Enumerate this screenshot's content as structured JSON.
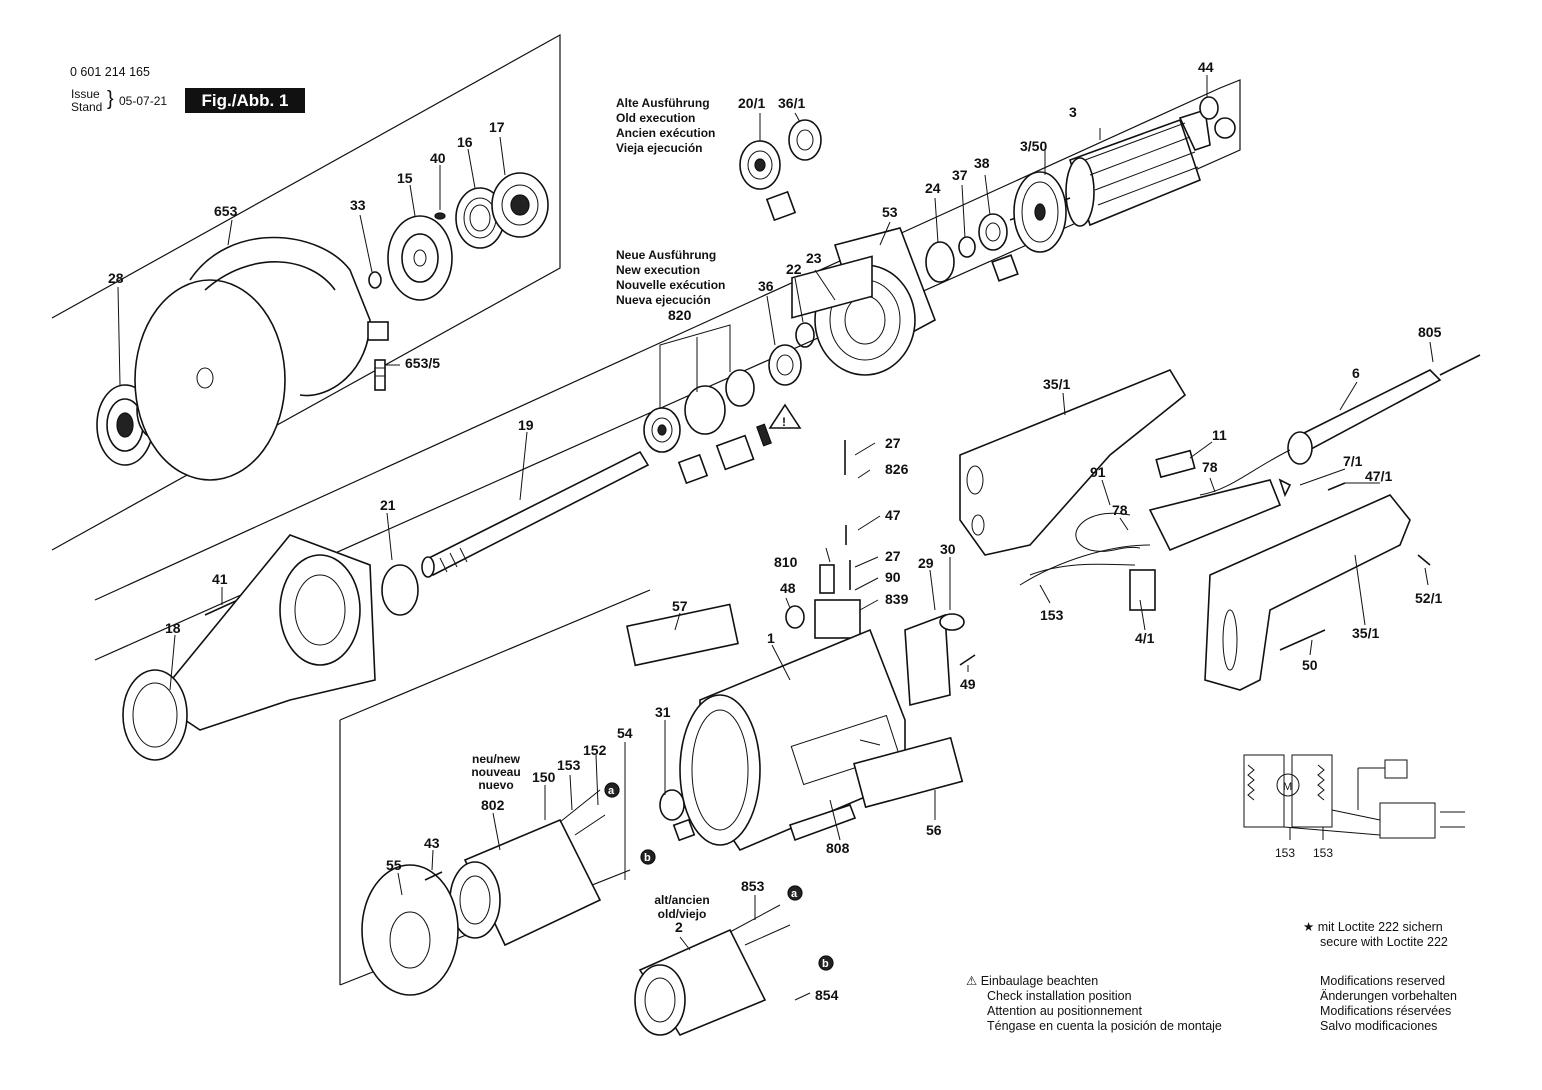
{
  "header": {
    "part_number": "0 601 214 165",
    "issue_label_1": "Issue",
    "issue_label_2": "Stand",
    "date": "05-07-21",
    "figure": "Fig./Abb. 1"
  },
  "old_execution": [
    "Alte Ausführung",
    "Old execution",
    "Ancien exécution",
    "Vieja ejecución"
  ],
  "new_execution": [
    "Neue Ausführung",
    "New execution",
    "Nouvelle exécution",
    "Nueva ejecución"
  ],
  "new_stator_label": [
    "neu/new",
    "nouveau",
    "nuevo"
  ],
  "old_stator_label": [
    "alt/ancien",
    "old/viejo"
  ],
  "part_labels": {
    "p44": "44",
    "p3": "3",
    "p3_50": "3/50",
    "p38": "38",
    "p37": "37",
    "p24": "24",
    "p53": "53",
    "p20_1": "20/1",
    "p36_1": "36/1",
    "p17": "17",
    "p16": "16",
    "p40": "40",
    "p15": "15",
    "p33": "33",
    "p653": "653",
    "p28": "28",
    "p653_5": "653/5",
    "p820": "820",
    "p36": "36",
    "p22": "22",
    "p23": "23",
    "p805": "805",
    "p6": "6",
    "p35_1a": "35/1",
    "p11": "11",
    "p78a": "78",
    "p91": "91",
    "p78b": "78",
    "p7_1": "7/1",
    "p47_1": "47/1",
    "p19": "19",
    "p27a": "27",
    "p826": "826",
    "p47": "47",
    "p810": "810",
    "p27b": "27",
    "p90": "90",
    "p48": "48",
    "p839": "839",
    "p29": "29",
    "p30": "30",
    "p21": "21",
    "p41": "41",
    "p18": "18",
    "p57": "57",
    "p1": "1",
    "p49": "49",
    "p153a": "153",
    "p4_1": "4/1",
    "p35_1b": "35/1",
    "p52_1": "52/1",
    "p50": "50",
    "p31": "31",
    "p54": "54",
    "p152": "152",
    "p153b": "153",
    "p150": "150",
    "p802": "802",
    "p43": "43",
    "p55": "55",
    "p808": "808",
    "p56": "56",
    "p853": "853",
    "p2": "2",
    "p854": "854",
    "wiring_153a": "153",
    "wiring_153b": "153",
    "marker_a1": "a",
    "marker_b1": "b",
    "marker_a2": "a",
    "marker_b2": "b"
  },
  "notes": {
    "loctite": [
      "mit Loctite 222 sichern",
      "secure with Loctite 222"
    ],
    "installation": [
      "Einbaulage beachten",
      "Check installation position",
      "Attention au positionnement",
      "Téngase en cuenta la posición de montaje"
    ],
    "modifications": [
      "Modifications reserved",
      "Änderungen vorbehalten",
      "Modifications réservées",
      "Salvo modificaciones"
    ]
  }
}
